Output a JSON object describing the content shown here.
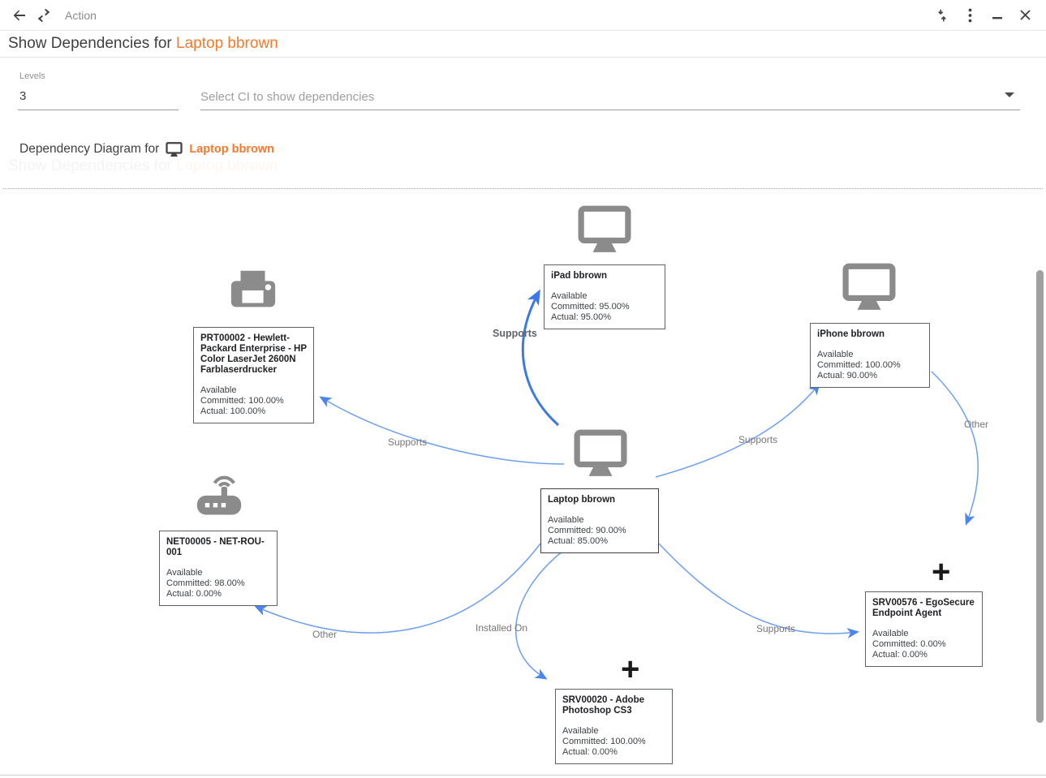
{
  "titlebar": {
    "action_label": "Action"
  },
  "header": {
    "prefix": "Show Dependencies for",
    "ci_name": "Laptop bbrown"
  },
  "form": {
    "levels_label": "Levels",
    "levels_value": "3",
    "select_placeholder": "Select CI to show dependencies"
  },
  "diagram_header": {
    "prefix": "Dependency Diagram for",
    "ci_name": "Laptop bbrown"
  },
  "icons": {
    "plus_glyph": "+"
  },
  "colors": {
    "accent_orange": "#f5792b",
    "edge_blue": "#6d9ff1",
    "edge_emphasis_blue": "#3d78e8",
    "arrowhead_blue": "#4b86ec",
    "node_icon_gray": "#8b8b8b"
  },
  "nodes": [
    {
      "id": "laptop",
      "icon": "monitor-icon",
      "title": "Laptop bbrown",
      "status": "Available",
      "committed": "Committed: 90.00%",
      "actual": "Actual: 85.00%"
    },
    {
      "id": "ipad",
      "icon": "monitor-icon",
      "title": "iPad bbrown",
      "status": "Available",
      "committed": "Committed: 95.00%",
      "actual": "Actual: 95.00%"
    },
    {
      "id": "iphone",
      "icon": "monitor-icon",
      "title": "iPhone bbrown",
      "status": "Available",
      "committed": "Committed: 100.00%",
      "actual": "Actual: 90.00%"
    },
    {
      "id": "printer",
      "icon": "printer-icon",
      "title": "PRT00002 - Hewlett-Packard Enterprise - HP Color LaserJet 2600N Farblaserdrucker",
      "status": "Available",
      "committed": "Committed: 100.00%",
      "actual": "Actual: 100.00%"
    },
    {
      "id": "router",
      "icon": "router-icon",
      "title": "NET00005 - NET-ROU-001",
      "status": "Available",
      "committed": "Committed: 98.00%",
      "actual": "Actual: 0.00%"
    },
    {
      "id": "srv00576",
      "icon": "plus-icon",
      "title": "SRV00576 - EgoSecure Endpoint Agent",
      "status": "Available",
      "committed": "Committed: 0.00%",
      "actual": "Actual: 0.00%"
    },
    {
      "id": "srv00020",
      "icon": "plus-icon",
      "title": "SRV00020 - Adobe Photoshop CS3",
      "status": "Available",
      "committed": "Committed: 100.00%",
      "actual": "Actual: 0.00%"
    }
  ],
  "edges": [
    {
      "from": "laptop",
      "to": "ipad",
      "label": "Supports",
      "emphasized": true
    },
    {
      "from": "laptop",
      "to": "printer",
      "label": "Supports",
      "emphasized": false
    },
    {
      "from": "laptop",
      "to": "iphone",
      "label": "Supports",
      "emphasized": false
    },
    {
      "from": "iphone",
      "to": "srv00576",
      "label": "Other",
      "emphasized": false
    },
    {
      "from": "laptop",
      "to": "router",
      "label": "Other",
      "emphasized": false
    },
    {
      "from": "laptop",
      "to": "srv00020",
      "label": "Installed On",
      "emphasized": false
    },
    {
      "from": "laptop",
      "to": "srv00576",
      "label": "Supports",
      "emphasized": false
    }
  ]
}
